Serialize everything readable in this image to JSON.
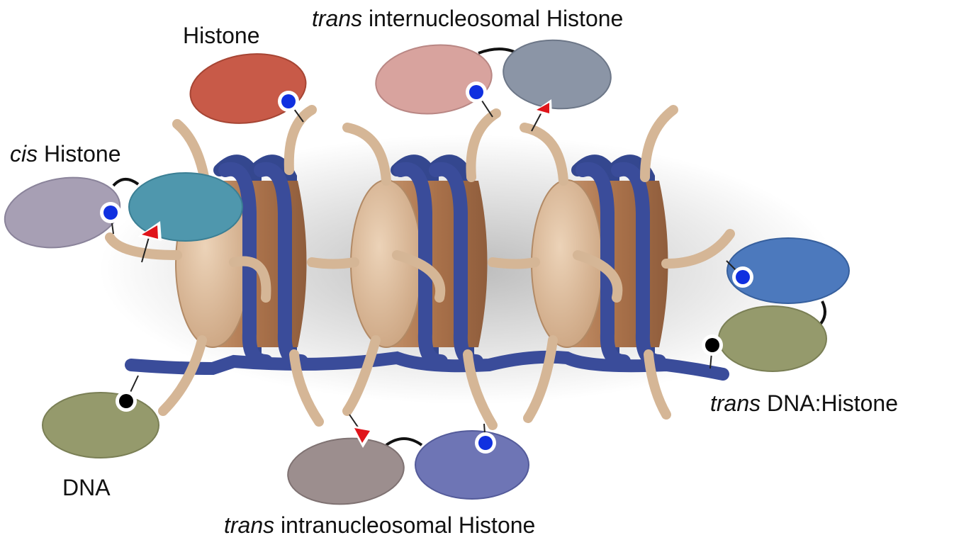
{
  "labels": {
    "histone": "Histone",
    "trans_inter_prefix": "trans",
    "trans_inter_rest": " internucleosomal Histone",
    "cis_prefix": "cis",
    "cis_rest": " Histone",
    "trans_dna_prefix": "trans",
    "trans_dna_rest": " DNA:Histone",
    "dna": "DNA",
    "trans_intra_prefix": "trans",
    "trans_intra_rest": " intranucleosomal Histone"
  },
  "colors": {
    "dna_strand": "#3a4c9a",
    "histone_core": "#b07a52",
    "histone_face": "#d9b594",
    "histone_tail": "#d7b899",
    "probe_histone_red": "#c85a48",
    "probe_pink": "#d8a39e",
    "probe_gray": "#8b95a6",
    "probe_lavender": "#a79fb4",
    "probe_teal": "#4f97ad",
    "probe_blue": "#4c79bd",
    "probe_olive": "#959a6c",
    "probe_mauve": "#9c8e8e",
    "probe_periwinkle": "#6e75b5",
    "marker_blue": "#1030e0",
    "marker_black": "#000000",
    "marker_red": "#e0141a"
  }
}
